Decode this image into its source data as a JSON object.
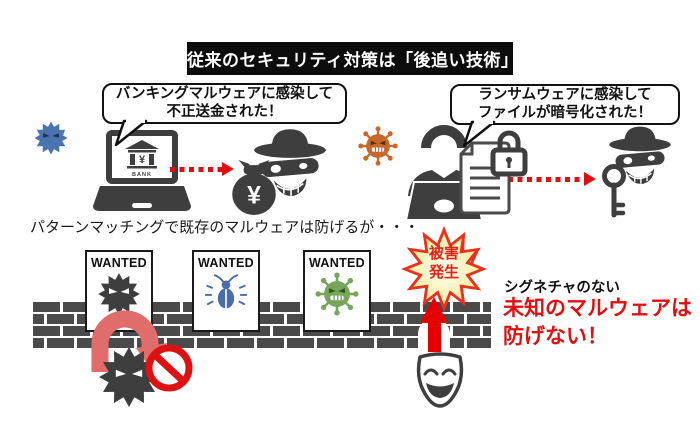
{
  "title": "従来のセキュリティ対策は「後追い技術」",
  "left_scene": {
    "bubble_line1": "バンキングマルウェアに感染して",
    "bubble_line2": "不正送金された！",
    "bank_label": "BANK",
    "bank_symbol": "¥",
    "money_symbol": "¥"
  },
  "right_scene": {
    "bubble_line1": "ランサムウェアに感染して",
    "bubble_line2": "ファイルが暗号化された！"
  },
  "caption": "パターンマッチングで既存のマルウェアは防げるが・・・",
  "posters": [
    {
      "label": "WANTED",
      "icon": "spiky-virus-black-icon"
    },
    {
      "label": "WANTED",
      "icon": "bug-blue-icon"
    },
    {
      "label": "WANTED",
      "icon": "round-virus-green-icon"
    }
  ],
  "starburst": {
    "line1": "被害",
    "line2": "発生"
  },
  "warning": {
    "line1": "シグネチャのない",
    "line2": "未知のマルウェアは",
    "line3": "防げない！"
  },
  "colors": {
    "title_bar_bg": "#0c0c0c",
    "accent_red": "#dd1111",
    "arrow_red": "#e50000",
    "warning_red": "#e01010",
    "icon_gray": "#3e3e3e",
    "brick_gray": "#4a4a4a",
    "virus_blue": "#4a74ad",
    "virus_orange": "#c8682c",
    "virus_green": "#77a55a",
    "bug_blue": "#4a6da7",
    "bounce_arrow_salmon": "#e06c6c",
    "starburst_fill": "#fdf3c0",
    "starburst_border": "#e8321e"
  }
}
